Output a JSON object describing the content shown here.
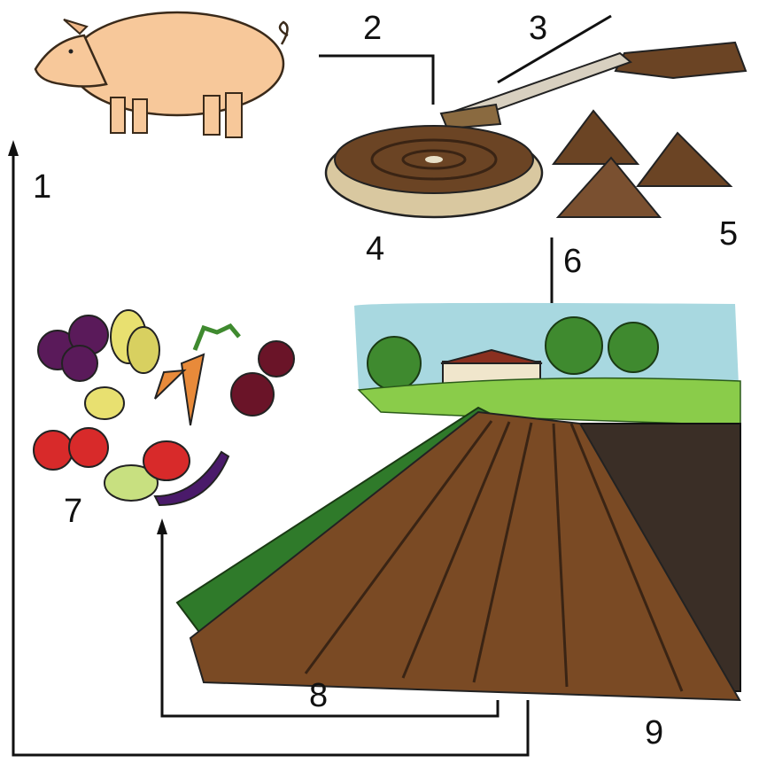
{
  "labels": {
    "n1": "1",
    "n2": "2",
    "n3": "3",
    "n4": "4",
    "n5": "5",
    "n6": "6",
    "n7": "7",
    "n8": "8",
    "n9": "9"
  },
  "colors": {
    "pig": "#f7c89a",
    "sky": "#a8d8e0",
    "grass": "#3f8a2f",
    "soil": "#7a4a24",
    "dark_soil": "#3a2e26",
    "compost": "#6b4424",
    "line": "#111111"
  }
}
